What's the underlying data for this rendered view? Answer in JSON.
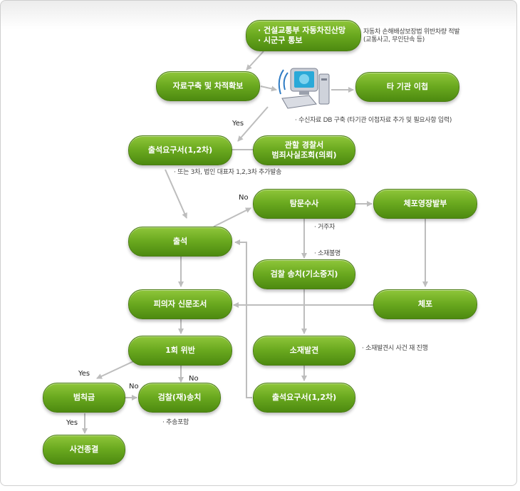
{
  "nodes": {
    "notify": "· 건설교통부 자동차진산망\n· 시군구 통보",
    "build": "자료구축 및 차적확보",
    "other_agency": "타 기관 이첩",
    "summons": "출석요구서(1,2차)",
    "police": "관할 경찰서\n범죄사실조회(의뢰)",
    "visit": "탐문수사",
    "warrant": "체포영장발부",
    "attend": "출석",
    "prosecution_stop": "검찰 송치(기소중지)",
    "suspect_interview": "피의자 신문조서",
    "arrest": "체포",
    "first_violation": "1회 위반",
    "found": "소재발견",
    "fine": "범칙금",
    "prosecution": "검찰(재)송치",
    "summons2": "출석요구서(1,2차)",
    "closed": "사건종결"
  },
  "notes": {
    "law": "자동차 손해배상보장법 위반차량 적발\n(교통사고, 무인단속 등)",
    "db": "· 수신자료 DB 구축 (타기관 이첩자료 추가 및 필요사항 입력)",
    "corp": "· 또는 3차, 법인 대표자 1,2,3차 추가발송",
    "resident": "· 거주자",
    "unknown": "· 소재불명",
    "found_proceed": "· 소재발견시 사건 재 진행",
    "summary": "· 추송포함"
  },
  "labels": {
    "yes1": "Yes",
    "no1": "No",
    "yes2": "Yes",
    "no2": "No",
    "no3": "No",
    "yes3": "Yes"
  },
  "icons": {
    "computer": "computer-icon"
  },
  "colors": {
    "node_green": "#6aa91f",
    "arrow_gray": "#bdbdbd"
  }
}
